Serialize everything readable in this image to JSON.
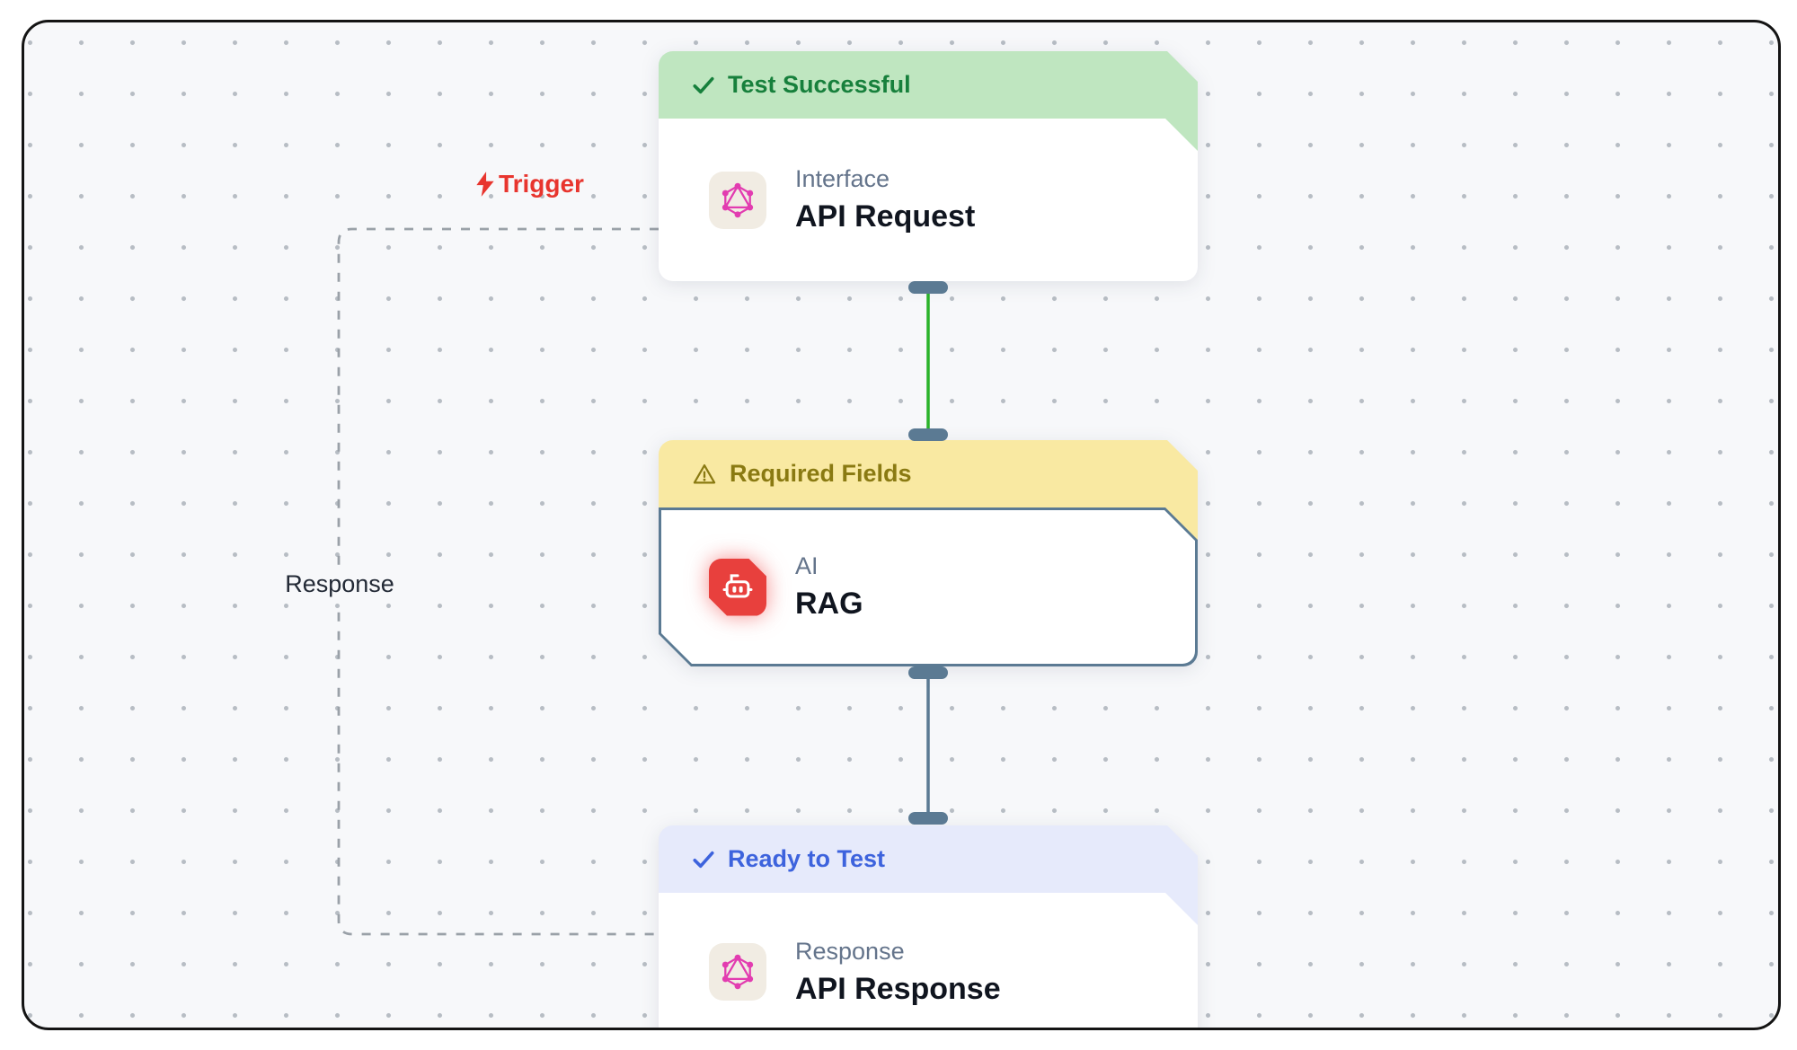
{
  "canvas": {
    "background": "#f7f8fa",
    "dot_color": "#b7bdc4",
    "frame_border_color": "#141414"
  },
  "nodes": [
    {
      "status_label": "Test Successful",
      "status_type": "success",
      "status_icon": "check-icon",
      "status_colors": {
        "bg": "#bfe6c0",
        "text": "#17803c"
      },
      "type_label": "Interface",
      "title": "API Request",
      "icon": "graphql-icon",
      "icon_color": "#e23cb0"
    },
    {
      "status_label": "Required Fields",
      "status_type": "warning",
      "status_icon": "warning-icon",
      "status_colors": {
        "bg": "#f9e9a2",
        "text": "#8a7a12"
      },
      "type_label": "AI",
      "title": "RAG",
      "icon": "robot-icon",
      "icon_color": "#e8403d"
    },
    {
      "status_label": "Ready to Test",
      "status_type": "info",
      "status_icon": "check-icon",
      "status_colors": {
        "bg": "#e6eafb",
        "text": "#3d63dd"
      },
      "type_label": "Response",
      "title": "API Response",
      "icon": "graphql-icon",
      "icon_color": "#e23cb0"
    }
  ],
  "edges": {
    "trigger": {
      "label": "Trigger",
      "color": "#e8352e",
      "icon": "lightning-icon"
    },
    "response": {
      "label": "Response",
      "color": "#232a36",
      "line_color": "#9aa1a8",
      "style": "dashed"
    },
    "success_line_color": "#2bb32a",
    "default_line_color": "#5b7a93",
    "handle_color": "#5b7a93"
  }
}
